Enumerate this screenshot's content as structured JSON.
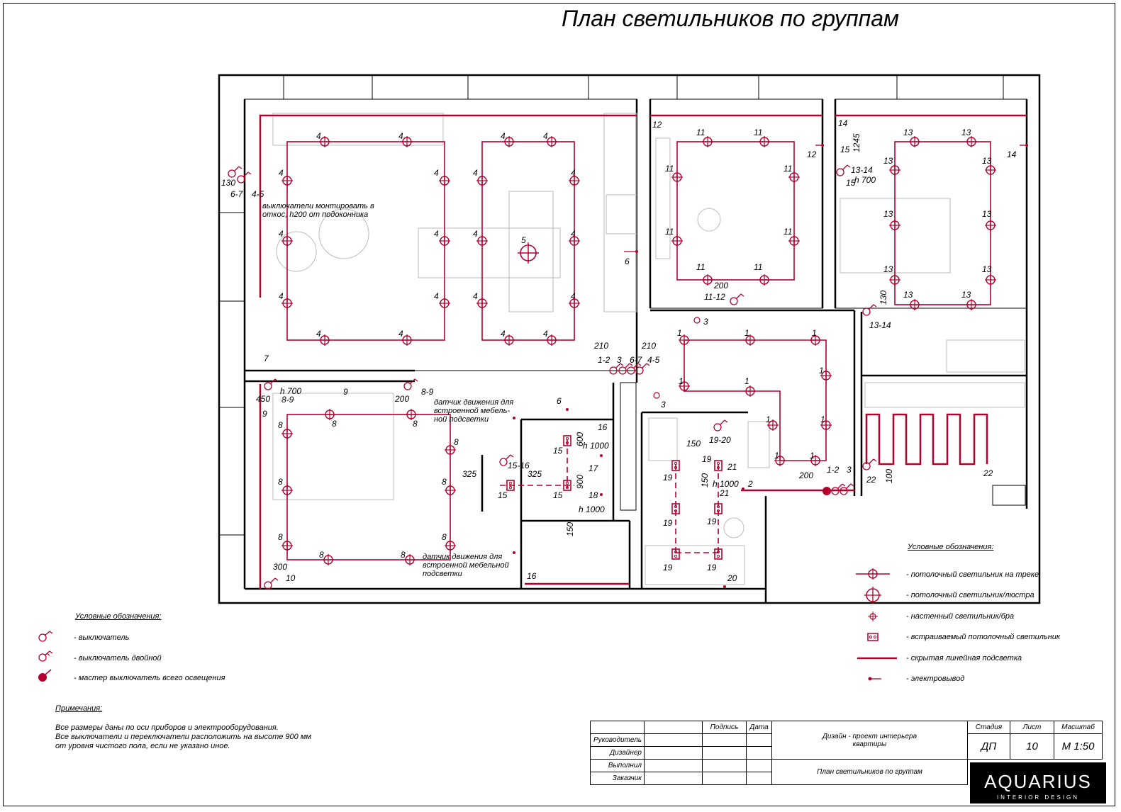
{
  "title": "План светильников по группам",
  "colors": {
    "accent": "#b3002d",
    "wall": "#000000",
    "furniture": "#bbbbbb"
  },
  "plan_notes": {
    "switch_mount": "выключатели монтировать в\nоткос, h200 от подоконника",
    "motion_1": "датчик движения для\nвстроенной мебель-\nной подсветки",
    "motion_2": "датчик движения для\nвстроенной мебельной\nподсветки"
  },
  "labels": {
    "l4": "4",
    "l5": "5",
    "l6": "6",
    "l7": "7",
    "l8": "8",
    "l9": "9",
    "l10": "10",
    "l11": "11",
    "l12": "12",
    "l13": "13",
    "l14": "14",
    "l15": "15",
    "l16": "16",
    "l17": "17",
    "l18": "18",
    "l19": "19",
    "l20": "20",
    "l21": "21",
    "l22": "22",
    "l1": "1",
    "l2": "2",
    "l3": "3",
    "g45": "4-5",
    "g67": "6-7",
    "g12": "1-2",
    "g89": "8-9",
    "g1112": "11-12",
    "g1314": "13-14",
    "g1516": "15-16",
    "g1920": "19-20",
    "d130": "130",
    "d210": "210",
    "d450": "450",
    "d200": "200",
    "d300": "300",
    "d600": "600",
    "d325": "325",
    "d900": "900",
    "d150": "150",
    "d100": "100",
    "d1245": "1245",
    "h700": "h 700",
    "h1000": "h 1000"
  },
  "legend_left": {
    "title": "Условные обозначения:",
    "items": [
      "- выключатель",
      "- выключатель двойной",
      "- мастер выключатель всего освещения"
    ]
  },
  "legend_right": {
    "title": "Условные обозначения:",
    "items": [
      "- потолочный светильник на треке",
      "- потолочный светильник/люстра",
      "- настенный светильник/бра",
      "- встраиваемый потолочный светильник",
      "- скрытая линейная подсветка",
      "- электровывод"
    ]
  },
  "remarks": {
    "title": "Примечания:",
    "text": "Все размеры даны по оси приборов и электрооборудования.\nВсе выключатели и переключатели расположить на высоте 900 мм\nот уровня чистого пола, если не указано иное."
  },
  "stamp": {
    "col_sign": "Подпись",
    "col_date": "Дата",
    "roles": [
      "Руководитель",
      "Дизайнер",
      "Выполнил",
      "Заказчик"
    ],
    "project": "Дизайн - проект интерьера\nквартиры",
    "sheet_title": "План светильников по группам",
    "stage_h": "Стадия",
    "sheet_h": "Лист",
    "scale_h": "Масштаб",
    "stage": "ДП",
    "sheet": "10",
    "scale": "М 1:50"
  },
  "brand": {
    "name": "AQUARIUS",
    "sub": "INTERIOR DESIGN"
  }
}
